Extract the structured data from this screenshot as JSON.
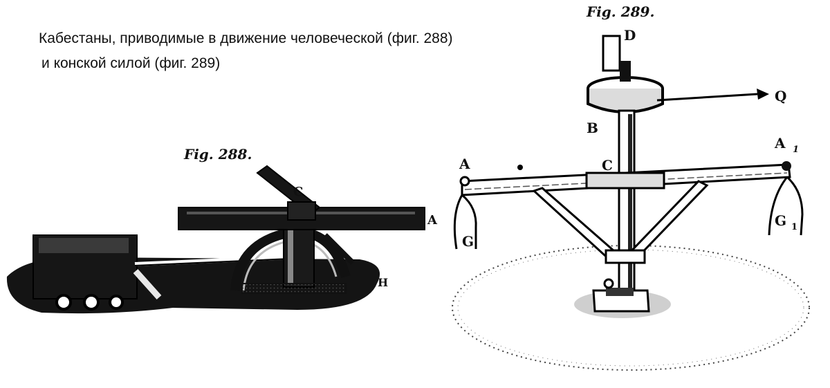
{
  "caption": {
    "line1": "Кабестаны, приводимые в движение  человеческой (фиг. 288)",
    "line2": "и конской силой (фиг. 289)"
  },
  "fig288": {
    "title": "Fig. 288.",
    "labels": {
      "A": "A",
      "C": "C",
      "H": "H"
    }
  },
  "fig289": {
    "title": "Fig. 289.",
    "labels": {
      "D": "D",
      "Q": "Q",
      "B": "B",
      "C": "C",
      "A": "A",
      "A1": "A",
      "A1_sub": "1",
      "G": "G",
      "G1": "G",
      "G1_sub": "1"
    }
  },
  "colors": {
    "ink": "#111111",
    "paper": "#ffffff"
  }
}
